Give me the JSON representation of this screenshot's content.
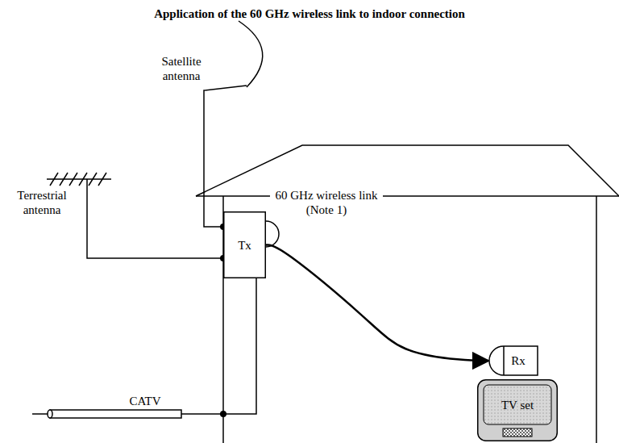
{
  "diagram": {
    "title": "Application of the 60 GHz wireless link to indoor connection",
    "nodes": [
      {
        "text": [
          "Tx"
        ]
      },
      {
        "text": [
          "Rx"
        ]
      },
      {
        "text": [
          "TV set"
        ]
      }
    ],
    "edges": [
      {
        "from": 0,
        "to": 1,
        "arrow": "to",
        "label": "60 GHz wireless link (Note 1)"
      }
    ],
    "labels": [
      "Satellite antenna",
      "Terrestrial antenna",
      "CATV"
    ]
  }
}
